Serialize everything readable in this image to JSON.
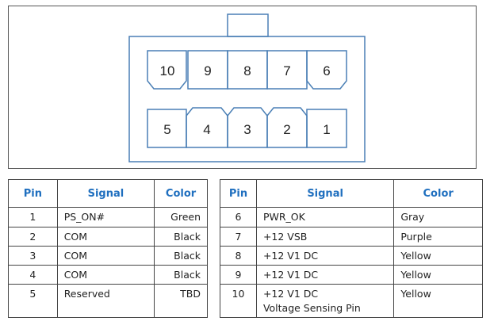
{
  "connector": {
    "top_row": [
      "10",
      "9",
      "8",
      "7",
      "6"
    ],
    "bottom_row": [
      "5",
      "4",
      "3",
      "2",
      "1"
    ]
  },
  "table_left": {
    "headers": {
      "pin": "Pin",
      "signal": "Signal",
      "color": "Color"
    },
    "rows": [
      {
        "pin": "1",
        "signal": "PS_ON#",
        "color": "Green"
      },
      {
        "pin": "2",
        "signal": "COM",
        "color": "Black"
      },
      {
        "pin": "3",
        "signal": "COM",
        "color": "Black"
      },
      {
        "pin": "4",
        "signal": "COM",
        "color": "Black"
      },
      {
        "pin": "5",
        "signal": "Reserved",
        "color": "TBD"
      }
    ]
  },
  "table_right": {
    "headers": {
      "pin": "Pin",
      "signal": "Signal",
      "color": "Color"
    },
    "rows": [
      {
        "pin": "6",
        "signal": "PWR_OK",
        "signal2": "",
        "color": "Gray"
      },
      {
        "pin": "7",
        "signal": "+12 VSB",
        "signal2": "",
        "color": "Purple"
      },
      {
        "pin": "8",
        "signal": "+12 V1 DC",
        "signal2": "",
        "color": "Yellow"
      },
      {
        "pin": "9",
        "signal": "+12 V1 DC",
        "signal2": "",
        "color": "Yellow"
      },
      {
        "pin": "10",
        "signal": "+12 V1 DC",
        "signal2": "Voltage Sensing Pin",
        "color": "Yellow"
      }
    ]
  },
  "colors": {
    "outline": "#4a7fb5",
    "header_text": "#1f6fbf",
    "border": "#444444"
  }
}
